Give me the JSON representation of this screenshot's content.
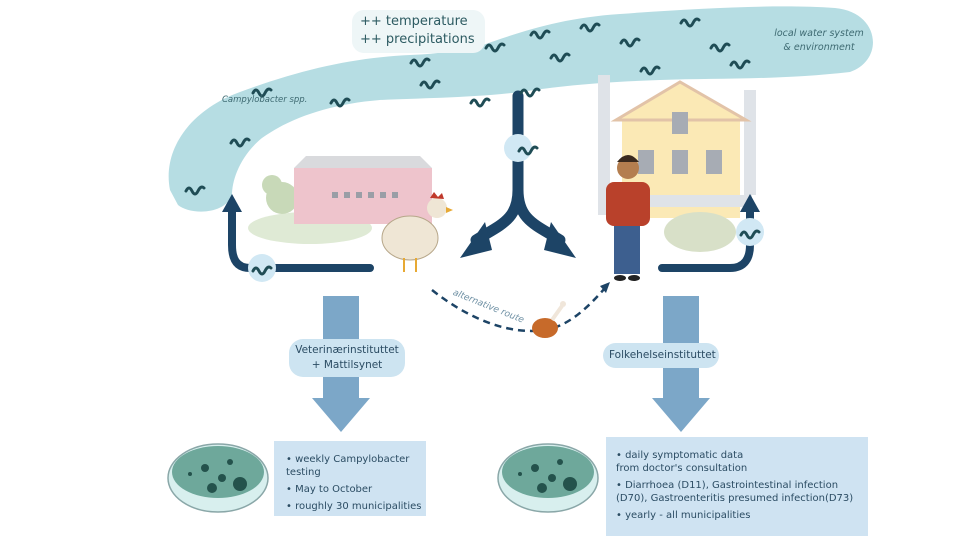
{
  "weather": {
    "lines": [
      "++ temperature",
      "++ precipitations"
    ]
  },
  "environment": {
    "water_label_lines": [
      "local water system",
      "& environment"
    ],
    "bacteria_label": "Campylobacter spp."
  },
  "pathways": {
    "alternative_route_label": "alternative route"
  },
  "veterinary": {
    "org_lines": [
      "Veterinærinstituttet",
      "+ Mattilsynet"
    ],
    "items": [
      "• weekly Campylobacter testing",
      "• May to October",
      "• roughly 30 municipalities"
    ]
  },
  "public_health": {
    "org_label": "Folkehelseinstituttet",
    "items": [
      "• daily symptomatic data from doctor's consultation",
      "• Diarrhoea (D11), Gastrointestinal infection (D70), Gastroenteritis presumed infection(D73)",
      "• yearly - all municipalities"
    ]
  },
  "colors": {
    "water": "#b6dde3",
    "bacteria": "#1f4c55",
    "flow_arrow": "#1d4466",
    "data_arrow": "#7ca7c8",
    "pill": "#cde4f1",
    "info_box": "#cfe3f2",
    "petri_agar": "#6ea89b",
    "barn": "#eec4cc",
    "house": "#fbe9b5"
  }
}
